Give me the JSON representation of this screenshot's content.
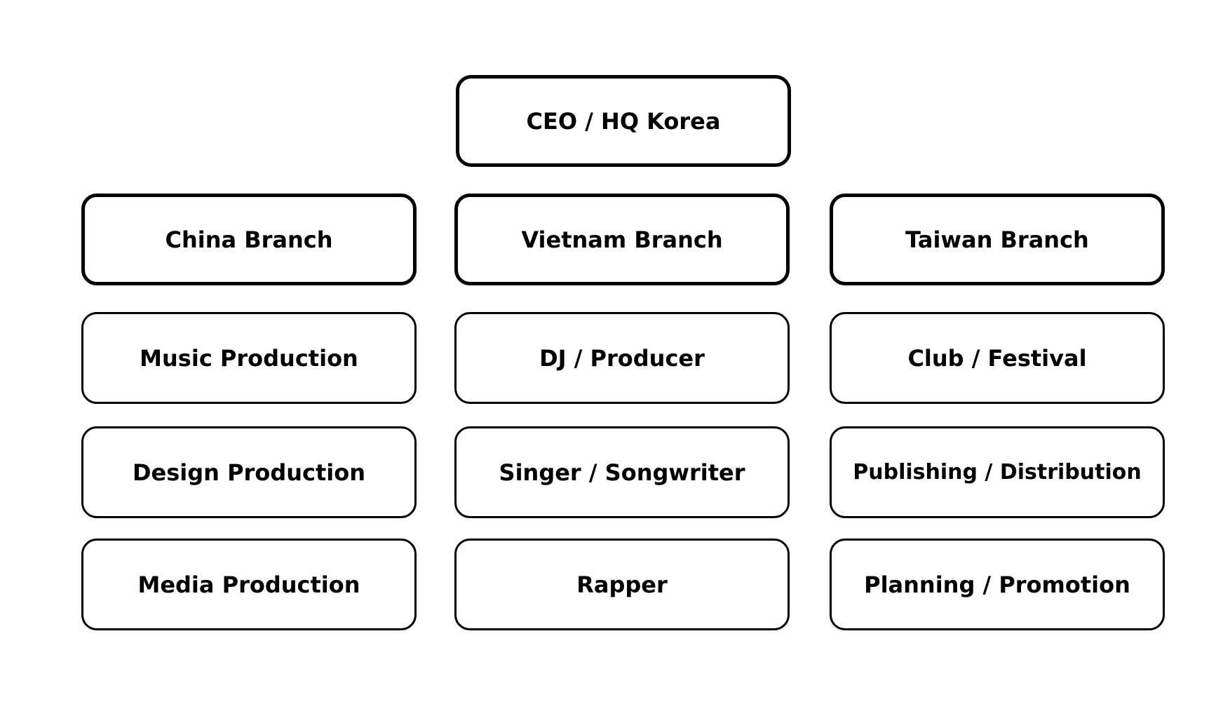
{
  "ceo": {
    "label": "CEO / HQ Korea"
  },
  "branches": [
    {
      "label": "China Branch"
    },
    {
      "label": "Vietnam Branch"
    },
    {
      "label": "Taiwan Branch"
    }
  ],
  "departments": {
    "china": [
      {
        "label": "Music Production"
      },
      {
        "label": "Design Production"
      },
      {
        "label": "Media Production"
      }
    ],
    "vietnam": [
      {
        "label": "DJ / Producer"
      },
      {
        "label": "Singer / Songwriter"
      },
      {
        "label": "Rapper"
      }
    ],
    "taiwan": [
      {
        "label": "Club / Festival"
      },
      {
        "label": "Publishing / Distribution"
      },
      {
        "label": "Planning / Promotion"
      }
    ]
  }
}
